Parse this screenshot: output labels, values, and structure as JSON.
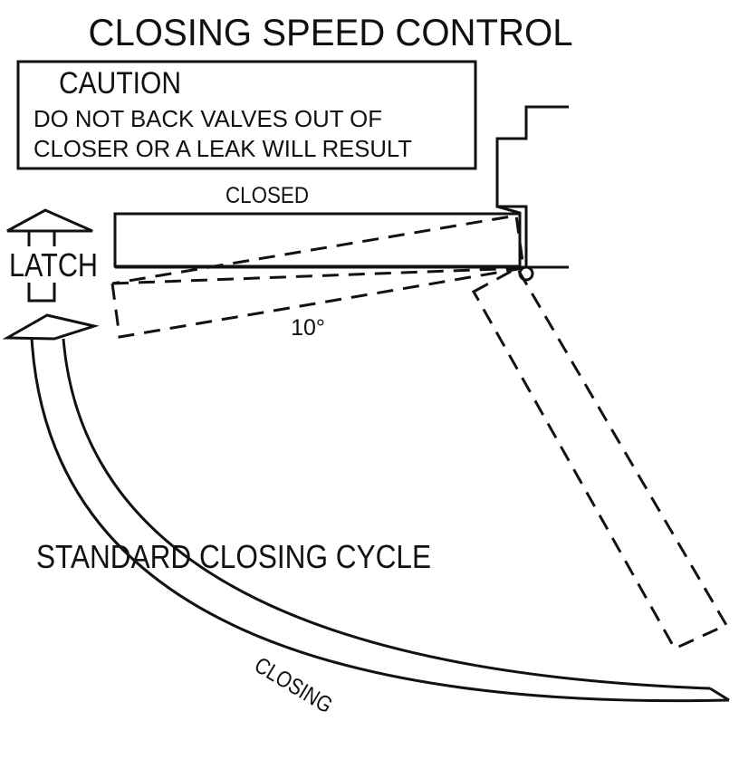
{
  "title": "CLOSING SPEED CONTROL",
  "caution": {
    "heading": "CAUTION",
    "line1": "DO NOT BACK VALVES OUT OF",
    "line2": "CLOSER OR A LEAK WILL RESULT"
  },
  "labels": {
    "closed": "CLOSED",
    "latch": "LATCH",
    "angle": "10°",
    "cycle": "STANDARD CLOSING CYCLE",
    "closing": "CLOSING"
  },
  "colors": {
    "ink": "#111111",
    "background": "#ffffff"
  }
}
